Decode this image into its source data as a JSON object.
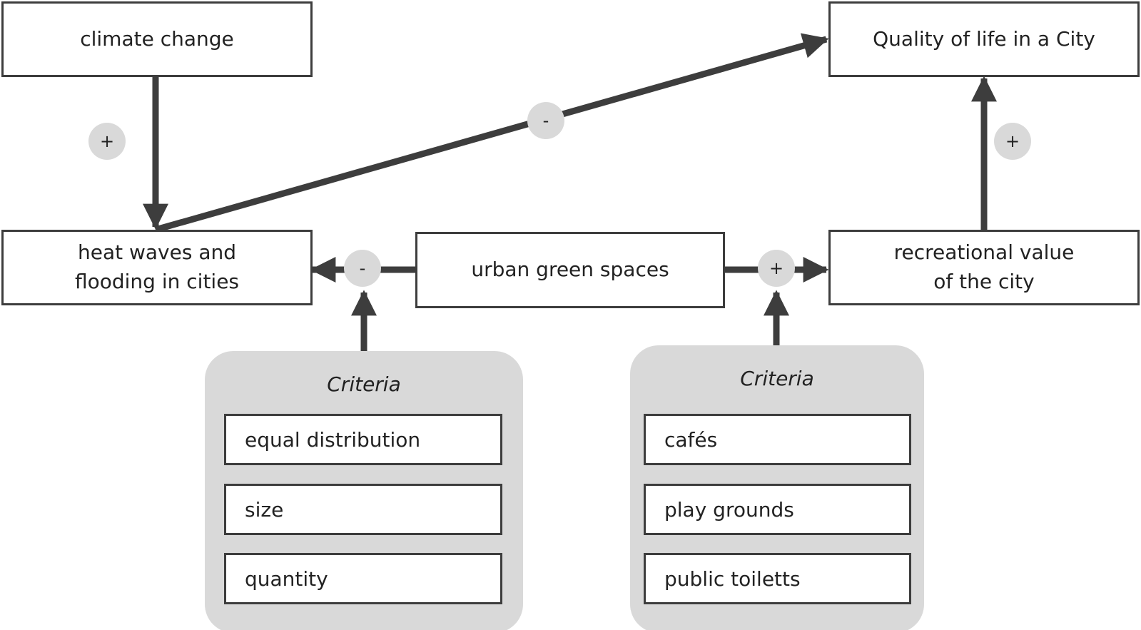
{
  "colors": {
    "line": "#3d3d3d",
    "panel": "#d9d9d9",
    "badge": "#d9d9d9"
  },
  "nodes": {
    "climate_change": "climate change",
    "quality_of_life": "Quality of life in a City",
    "heat_waves": "heat waves and\nflooding in cities",
    "green_spaces": "urban green spaces",
    "recreational_value": "recreational value\nof the city"
  },
  "signs": {
    "climate_to_heat": "+",
    "heat_to_quality": "-",
    "recreation_to_quality": "+",
    "green_to_heat": "-",
    "green_to_recreation": "+"
  },
  "criteria_left": {
    "title": "Criteria",
    "items": [
      "equal distribution",
      "size",
      "quantity"
    ]
  },
  "criteria_right": {
    "title": "Criteria",
    "items": [
      "cafés",
      "play grounds",
      "public toiletts"
    ]
  }
}
